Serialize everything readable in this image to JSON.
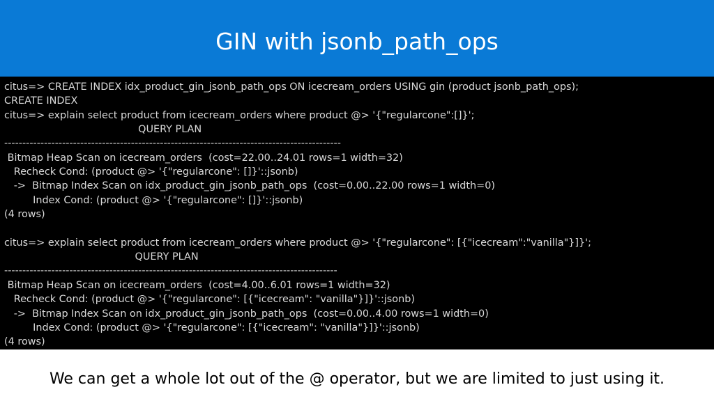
{
  "title": "GIN with jsonb_path_ops",
  "terminal": {
    "lines": [
      "citus=> CREATE INDEX idx_product_gin_jsonb_path_ops ON icecream_orders USING gin (product jsonb_path_ops);",
      "CREATE INDEX",
      "citus=> explain select product from icecream_orders where product @> '{\"regularcone\":[]}';",
      "                                          QUERY PLAN",
      "---------------------------------------------------------------------------------------------",
      " Bitmap Heap Scan on icecream_orders  (cost=22.00..24.01 rows=1 width=32)",
      "   Recheck Cond: (product @> '{\"regularcone\": []}'::jsonb)",
      "   ->  Bitmap Index Scan on idx_product_gin_jsonb_path_ops  (cost=0.00..22.00 rows=1 width=0)",
      "         Index Cond: (product @> '{\"regularcone\": []}'::jsonb)",
      "(4 rows)",
      "",
      "citus=> explain select product from icecream_orders where product @> '{\"regularcone\": [{\"icecream\":\"vanilla\"}]}';",
      "                                         QUERY PLAN",
      "--------------------------------------------------------------------------------------------",
      " Bitmap Heap Scan on icecream_orders  (cost=4.00..6.01 rows=1 width=32)",
      "   Recheck Cond: (product @> '{\"regularcone\": [{\"icecream\": \"vanilla\"}]}'::jsonb)",
      "   ->  Bitmap Index Scan on idx_product_gin_jsonb_path_ops  (cost=0.00..4.00 rows=1 width=0)",
      "         Index Cond: (product @> '{\"regularcone\": [{\"icecream\": \"vanilla\"}]}'::jsonb)",
      "(4 rows)"
    ]
  },
  "caption": "We can get a whole lot out of the @ operator, but we are limited to just using it."
}
